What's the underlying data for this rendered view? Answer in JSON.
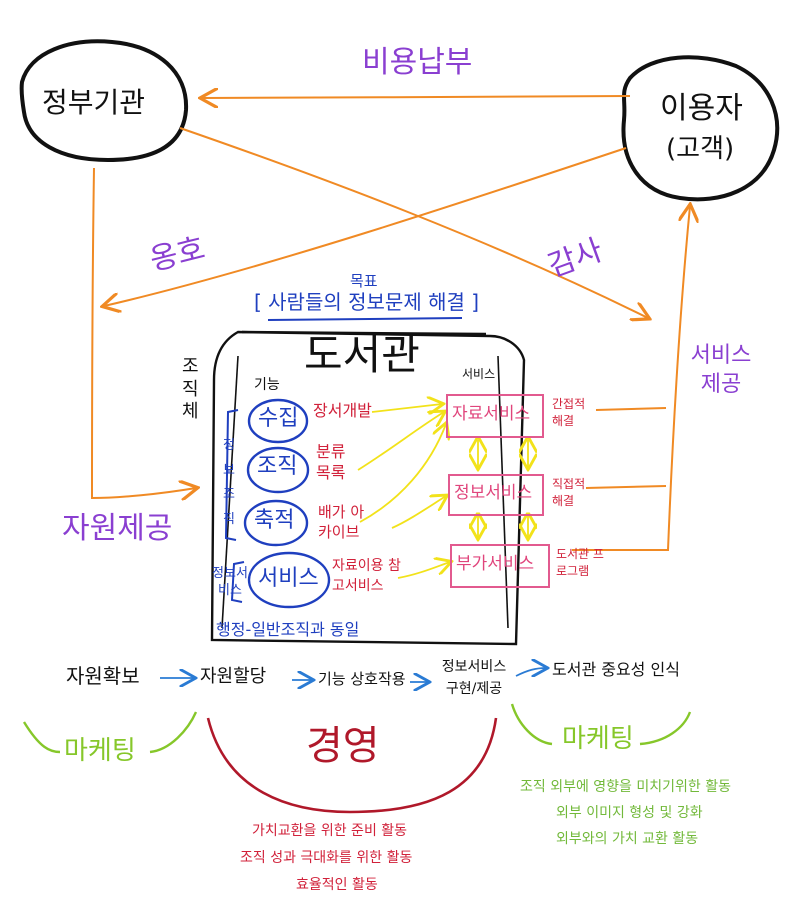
{
  "nodes": {
    "government": "정부기관",
    "user_line1": "이용자",
    "user_line2": "(고객)",
    "library": "도서관"
  },
  "edges": {
    "fee_payment": "비용납부",
    "support": "옹호",
    "thanks": "감사",
    "service_provision": "서비스 제공",
    "resource_provision": "자원제공"
  },
  "goal": {
    "label": "목표",
    "text": "[ 사람들의 정보문제 해결 ]"
  },
  "organization": {
    "label": "조직체",
    "function_header": "기능",
    "info_org_label": "정보조직",
    "info_service_label": "정보서비스",
    "functions": [
      {
        "circle": "수집",
        "desc": "장서개발"
      },
      {
        "circle": "조직",
        "desc": "분류 목록"
      },
      {
        "circle": "축적",
        "desc": "배가 아카이브"
      },
      {
        "circle": "서비스",
        "desc": "자료이용 참고서비스"
      }
    ],
    "admin": "행정-일반조직과 동일"
  },
  "services": {
    "header": "서비스",
    "items": [
      {
        "name": "자료서비스",
        "note": "간접적 해결"
      },
      {
        "name": "정보서비스",
        "note": "직접적 해결"
      },
      {
        "name": "부가서비스",
        "note": "도서관 프로그램"
      }
    ]
  },
  "flow": {
    "steps": [
      "자원확보",
      "자원할당",
      "기능 상호작용",
      "정보서비스 구현/제공",
      "도서관 중요성 인식"
    ]
  },
  "bottom": {
    "marketing_left": "마케팅",
    "management": "경영",
    "marketing_right": "마케팅",
    "management_notes": [
      "가치교환을 위한 준비 활동",
      "조직 성과 극대화를 위한 활동",
      "효율적인 활동"
    ],
    "marketing_notes": [
      "조직 외부에 영향을 미치기위한 활동",
      "외부 이미지 형성 및 강화",
      "외부와의 가치 교환 활동"
    ]
  }
}
